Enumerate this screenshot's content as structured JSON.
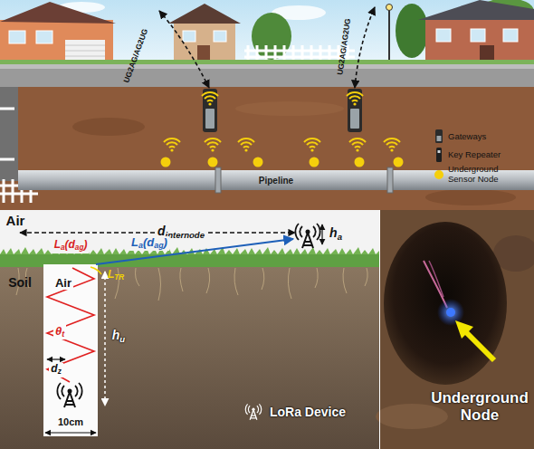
{
  "diagram": {
    "nodes": [
      {
        "text": [
          "Pipeline"
        ]
      }
    ],
    "labels": [
      "UG2AG/AG2UG",
      "UG2AG/AG2UG",
      "Air",
      "d",
      "internode",
      "h",
      "a",
      "L",
      "a",
      "(d",
      "ag",
      ")",
      "Soil",
      "Air",
      "L",
      "a",
      "(d",
      "ag",
      ")",
      "L",
      "TR",
      "θ",
      "t",
      "h",
      "u",
      "d",
      "z",
      "10cm",
      "LoRa Device",
      "Underground Node"
    ],
    "legend": [
      {
        "text": "Gateways"
      },
      {
        "text": "Key Repeater"
      },
      {
        "text": "Underground Sensor Node",
        "color": "#f5cf0c"
      }
    ]
  }
}
